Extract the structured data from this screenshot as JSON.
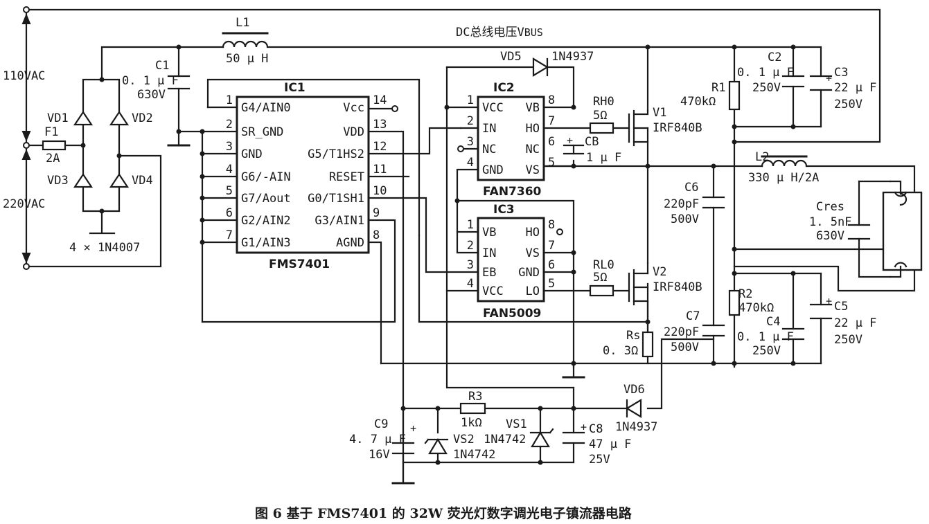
{
  "caption": "图 6  基于 FMS7401 的 32W 荧光灯数字调光电子镇流器电路",
  "bus_label": "DC总线电压V",
  "bus_sub": "BUS",
  "mains": {
    "v110": "110VAC",
    "v220": "220VAC"
  },
  "fuse": {
    "ref": "F1",
    "value": "2A"
  },
  "bridge": {
    "vd1": "VD1",
    "vd2": "VD2",
    "vd3": "VD3",
    "vd4": "VD4",
    "part": "4 × 1N4007"
  },
  "L1": {
    "ref": "L1",
    "value": "50 μ H"
  },
  "C1": {
    "ref": "C1",
    "value1": "0. 1 μ F",
    "value2": "630V"
  },
  "ic1": {
    "ref": "IC1",
    "name": "FMS7401",
    "pins_left": [
      {
        "num": "1",
        "label": "G4/AIN0"
      },
      {
        "num": "2",
        "label": "SR_GND"
      },
      {
        "num": "3",
        "label": "GND"
      },
      {
        "num": "4",
        "label": "G6/-AIN"
      },
      {
        "num": "5",
        "label": "G7/Aout"
      },
      {
        "num": "6",
        "label": "G2/AIN2"
      },
      {
        "num": "7",
        "label": "G1/AIN3"
      }
    ],
    "pins_right": [
      {
        "num": "14",
        "label": "Vcc"
      },
      {
        "num": "13",
        "label": "VDD"
      },
      {
        "num": "12",
        "label": "G5/T1HS2"
      },
      {
        "num": "11",
        "label": "RESET"
      },
      {
        "num": "10",
        "label": "G0/T1SH1"
      },
      {
        "num": "9",
        "label": "G3/AIN1"
      },
      {
        "num": "8",
        "label": "AGND"
      }
    ]
  },
  "ic2": {
    "ref": "IC2",
    "name": "FAN7360",
    "pins_left": [
      {
        "num": "1",
        "label": "VCC"
      },
      {
        "num": "2",
        "label": "IN"
      },
      {
        "num": "3",
        "label": "NC"
      },
      {
        "num": "4",
        "label": "GND"
      }
    ],
    "pins_right": [
      {
        "num": "8",
        "label": "VB"
      },
      {
        "num": "7",
        "label": "HO"
      },
      {
        "num": "6",
        "label": "NC"
      },
      {
        "num": "5",
        "label": "VS"
      }
    ]
  },
  "ic3": {
    "ref": "IC3",
    "name": "FAN5009",
    "pins_left": [
      {
        "num": "1",
        "label": "VB"
      },
      {
        "num": "2",
        "label": "IN"
      },
      {
        "num": "3",
        "label": "EB"
      },
      {
        "num": "4",
        "label": "VCC"
      }
    ],
    "pins_right": [
      {
        "num": "8",
        "label": "HO"
      },
      {
        "num": "7",
        "label": "VS"
      },
      {
        "num": "6",
        "label": "GND"
      },
      {
        "num": "5",
        "label": "LO"
      }
    ]
  },
  "VD5": {
    "ref": "VD5",
    "value": "1N4937"
  },
  "VD6": {
    "ref": "VD6",
    "value": "1N4937"
  },
  "RH0": {
    "ref": "RH0",
    "value": "5Ω"
  },
  "RL0": {
    "ref": "RL0",
    "value": "5Ω"
  },
  "CB": {
    "ref": "CB",
    "value": "1 μ F"
  },
  "V1": {
    "ref": "V1",
    "value": "IRF840B"
  },
  "V2": {
    "ref": "V2",
    "value": "IRF840B"
  },
  "Rs": {
    "ref": "Rs",
    "value": "0. 3Ω"
  },
  "R1": {
    "ref": "R1",
    "value": "470kΩ"
  },
  "R2": {
    "ref": "R2",
    "value": "470kΩ"
  },
  "C2": {
    "ref": "C2",
    "value1": "0. 1 μ F",
    "value2": "250V"
  },
  "C3": {
    "ref": "C3",
    "value1": "22 μ F",
    "value2": "250V"
  },
  "C4": {
    "ref": "C4",
    "value1": "0. 1 μ F",
    "value2": "250V"
  },
  "C5": {
    "ref": "C5",
    "value1": "22 μ F",
    "value2": "250V"
  },
  "C6": {
    "ref": "C6",
    "value1": "220pF",
    "value2": "500V"
  },
  "C7": {
    "ref": "C7",
    "value1": "220pF",
    "value2": "500V"
  },
  "L2": {
    "ref": "L2",
    "value": "330 μ H/2A"
  },
  "Cres": {
    "ref": "Cres",
    "value1": "1. 5nF",
    "value2": "630V"
  },
  "R3": {
    "ref": "R3",
    "value": "1kΩ"
  },
  "C8": {
    "ref": "C8",
    "value1": "47 μ F",
    "value2": "25V"
  },
  "C9": {
    "ref": "C9",
    "value1": "4. 7 μ F",
    "value2": "16V"
  },
  "VS1": {
    "ref": "VS1",
    "value": "1N4742"
  },
  "VS2": {
    "ref": "VS2",
    "value": "1N4742"
  }
}
